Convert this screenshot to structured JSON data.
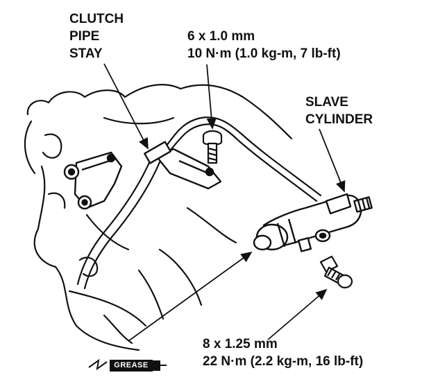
{
  "labels": {
    "clutch_pipe_stay": [
      "CLUTCH",
      "PIPE",
      "STAY"
    ],
    "top_bolt": [
      "6 x 1.0 mm",
      "10 N·m (1.0 kg-m, 7 lb-ft)"
    ],
    "slave_cylinder": [
      "SLAVE",
      "CYLINDER"
    ],
    "bottom_bolt": [
      "8 x 1.25 mm",
      "22 N·m (2.2 kg-m, 16 lb-ft)"
    ]
  },
  "symbols": {
    "grease": "GREASE"
  },
  "colors": {
    "ink": "#111111",
    "paper": "#ffffff"
  }
}
